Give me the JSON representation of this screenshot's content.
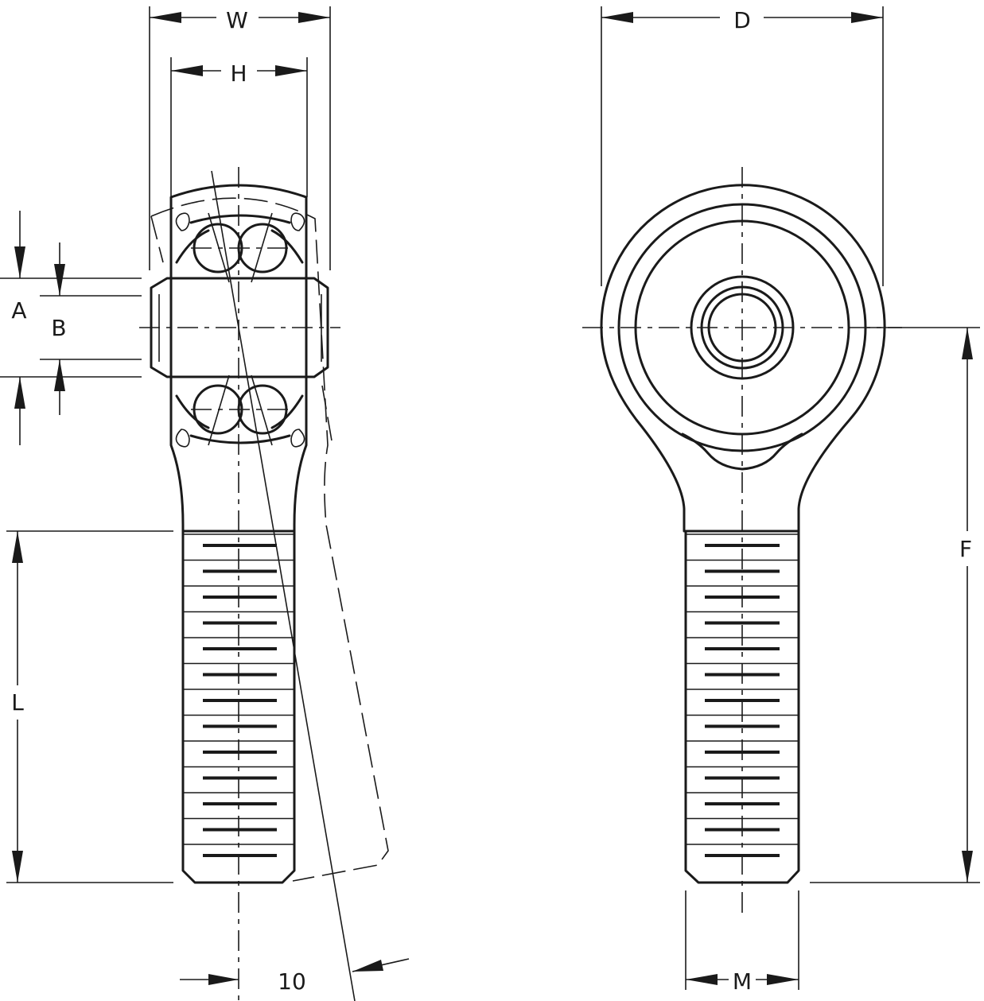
{
  "labels": {
    "W": "W",
    "H": "H",
    "A": "A",
    "B": "B",
    "L": "L",
    "angle": "10",
    "D": "D",
    "F": "F",
    "M": "M"
  }
}
